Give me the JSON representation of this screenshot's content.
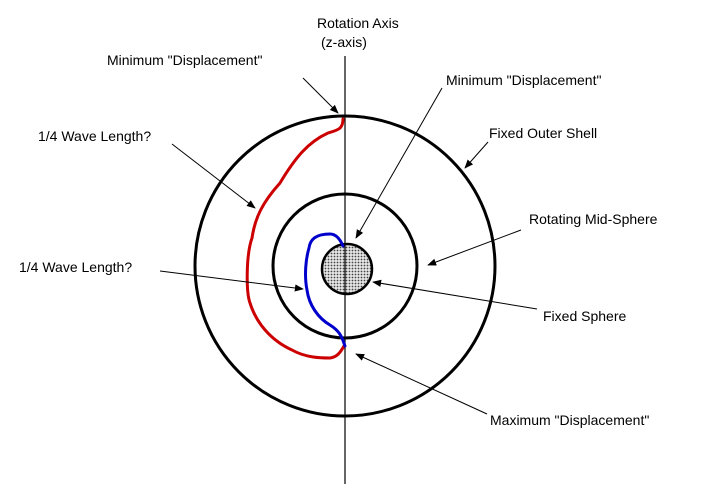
{
  "labels": {
    "rotation_axis": "Rotation Axis",
    "z_axis": "(z-axis)",
    "min_displacement_left": "Minimum \"Displacement\"",
    "min_displacement_right": "Minimum \"Displacement\"",
    "quarter_wave_outer": "1/4  Wave Length?",
    "quarter_wave_inner": "1/4  Wave Length?",
    "fixed_outer_shell": "Fixed Outer Shell",
    "rotating_mid_sphere": "Rotating Mid-Sphere",
    "fixed_sphere": "Fixed Sphere",
    "max_displacement": "Maximum \"Displacement\""
  },
  "colors": {
    "outer_wave": "#cc0000",
    "inner_wave": "#0000cc",
    "lines": "#000000",
    "core_fill": "#c8c8c8"
  }
}
